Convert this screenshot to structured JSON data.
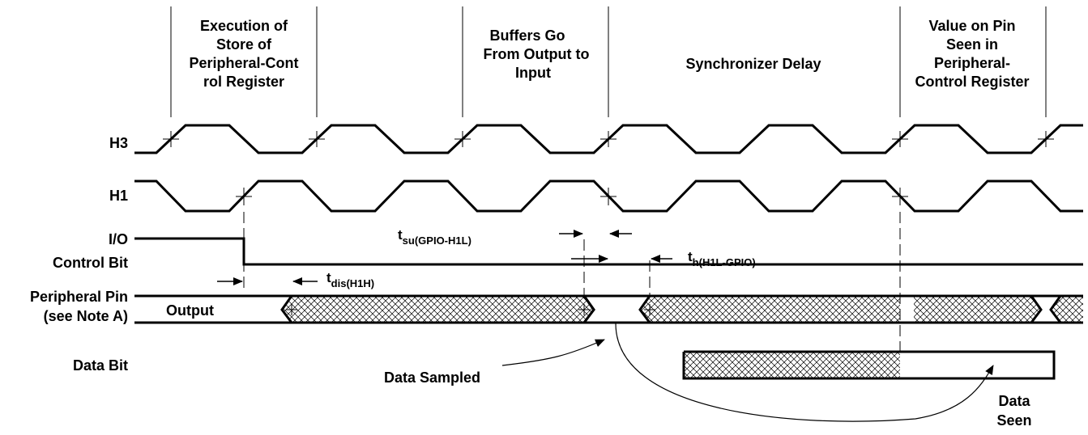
{
  "headers": {
    "execution": [
      "Execution of",
      "Store of",
      "Peripheral-Cont",
      "rol Register"
    ],
    "buffers": [
      "Buffers Go",
      "From Output to",
      "Input"
    ],
    "synchronizer": "Synchronizer Delay",
    "value_on_pin": [
      "Value on Pin",
      "Seen in",
      "Peripheral-",
      "Control Register"
    ]
  },
  "signals": {
    "h3": "H3",
    "h1": "H1",
    "io_control_bit": [
      "I/O",
      "Control Bit"
    ],
    "peripheral_pin": [
      "Peripheral Pin",
      "(see Note A)"
    ],
    "data_bit": "Data Bit"
  },
  "labels": {
    "output": "Output",
    "data_sampled": "Data Sampled",
    "data_seen": [
      "Data",
      "Seen"
    ]
  },
  "timing": {
    "tsu": {
      "main": "t",
      "sub": "su(GPIO-H1L)"
    },
    "th": {
      "main": "t",
      "sub": "h(H1L-GPIO)"
    },
    "tdis": {
      "main": "t",
      "sub": "dis(H1H)"
    }
  },
  "colors": {
    "line": "#000000",
    "background": "#ffffff"
  }
}
